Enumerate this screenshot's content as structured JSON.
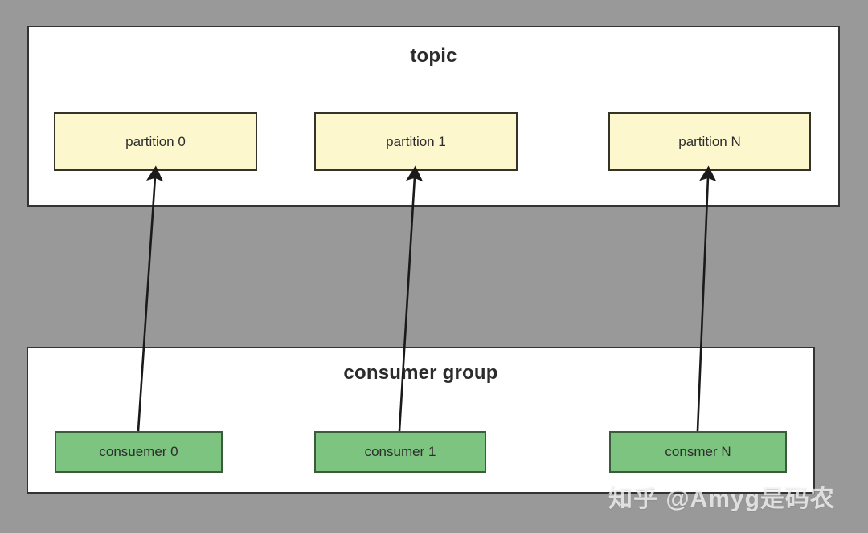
{
  "diagram": {
    "type": "kafka-topic-consumer-group",
    "background_color": "#999999",
    "groups": [
      {
        "id": "topic",
        "title": "topic",
        "fill": "#ffffff",
        "border": "#333333"
      },
      {
        "id": "consumer-group",
        "title": "consumer group",
        "fill": "#ffffff",
        "border": "#333333"
      }
    ],
    "topic": {
      "title": "topic",
      "partitions": [
        {
          "label": "partition 0"
        },
        {
          "label": "partition 1"
        },
        {
          "label": "partition N"
        }
      ],
      "partition_fill": "#fcf7cd",
      "partition_border": "#333329"
    },
    "consumer_group": {
      "title": "consumer group",
      "consumers": [
        {
          "label": "consuemer 0"
        },
        {
          "label": "consumer 1"
        },
        {
          "label": "consmer N"
        }
      ],
      "consumer_fill": "#7cc47f",
      "consumer_border": "#3a5c3c"
    },
    "connections": [
      {
        "from": "consuemer 0",
        "to": "partition 0",
        "direction": "up",
        "arrowhead": "filled-triangle"
      },
      {
        "from": "consumer 1",
        "to": "partition 1",
        "direction": "up",
        "arrowhead": "filled-triangle"
      },
      {
        "from": "consmer N",
        "to": "partition N",
        "direction": "up",
        "arrowhead": "filled-triangle"
      }
    ],
    "arrow_color": "#1a1a1a"
  },
  "watermark": {
    "text": "知乎 @Amyg是码农"
  }
}
